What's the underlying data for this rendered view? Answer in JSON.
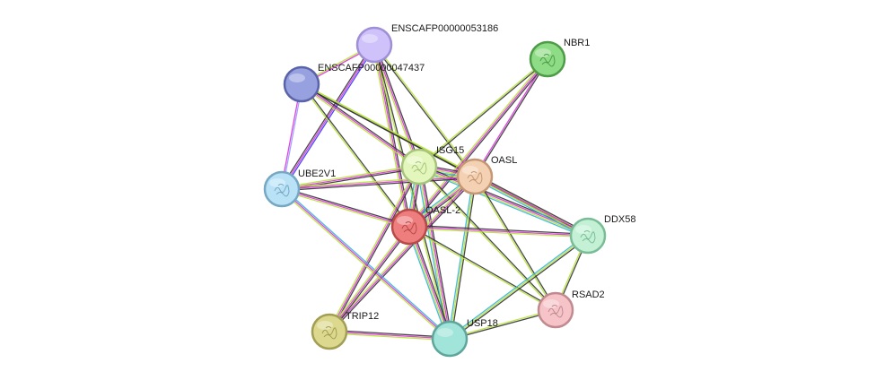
{
  "nodes": [
    {
      "id": "ENSCAFP00000053186",
      "label": "ENSCAFP00000053186",
      "fill": "#cfc2fb",
      "stroke": "#9f8fd6"
    },
    {
      "id": "ENSCAFP00000047437",
      "label": "ENSCAFP00000047437",
      "fill": "#97a1e0",
      "stroke": "#5b63a8"
    },
    {
      "id": "NBR1",
      "label": "NBR1",
      "fill": "#8fdc86",
      "stroke": "#4e9c48"
    },
    {
      "id": "ISG15",
      "label": "ISG15",
      "fill": "#e3f7bd",
      "stroke": "#a8c47c"
    },
    {
      "id": "OASL",
      "label": "OASL",
      "fill": "#f4d1b3",
      "stroke": "#c59774"
    },
    {
      "id": "UBE2V1",
      "label": "UBE2V1",
      "fill": "#b9e2f7",
      "stroke": "#76a8c3"
    },
    {
      "id": "OASL-2",
      "label": "OASL-2",
      "fill": "#ee7d7d",
      "stroke": "#b94848"
    },
    {
      "id": "DDX58",
      "label": "DDX58",
      "fill": "#c4f1d6",
      "stroke": "#79bd96"
    },
    {
      "id": "RSAD2",
      "label": "RSAD2",
      "fill": "#f6c4c8",
      "stroke": "#c08a8f"
    },
    {
      "id": "TRIP12",
      "label": "TRIP12",
      "fill": "#dcd98e",
      "stroke": "#a29f55"
    },
    {
      "id": "USP18",
      "label": "USP18",
      "fill": "#a0e4da",
      "stroke": "#5ea69b"
    }
  ],
  "edges": [
    {
      "source": "ENSCAFP00000053186",
      "target": "ENSCAFP00000047437",
      "colors": [
        "#d833d8",
        "#b5e236"
      ]
    },
    {
      "source": "ENSCAFP00000053186",
      "target": "UBE2V1",
      "colors": [
        "#3333ff",
        "#d833d8",
        "#333333"
      ]
    },
    {
      "source": "ENSCAFP00000053186",
      "target": "ISG15",
      "colors": [
        "#333333",
        "#d833d8",
        "#b5e236"
      ]
    },
    {
      "source": "ENSCAFP00000053186",
      "target": "OASL",
      "colors": [
        "#b5e236",
        "#333333"
      ]
    },
    {
      "source": "ENSCAFP00000053186",
      "target": "OASL-2",
      "colors": [
        "#333333",
        "#d833d8",
        "#b5e236"
      ]
    },
    {
      "source": "ENSCAFP00000053186",
      "target": "USP18",
      "colors": [
        "#333333",
        "#b5e236"
      ]
    },
    {
      "source": "ENSCAFP00000047437",
      "target": "UBE2V1",
      "colors": [
        "#9999ff",
        "#d833d8"
      ]
    },
    {
      "source": "ENSCAFP00000047437",
      "target": "ISG15",
      "colors": [
        "#333333",
        "#d833d8",
        "#b5e236"
      ]
    },
    {
      "source": "ENSCAFP00000047437",
      "target": "OASL",
      "colors": [
        "#b5e236",
        "#333333"
      ]
    },
    {
      "source": "ENSCAFP00000047437",
      "target": "OASL-2",
      "colors": [
        "#333333",
        "#b5e236"
      ]
    },
    {
      "source": "ENSCAFP00000047437",
      "target": "DDX58",
      "colors": [
        "#b5e236",
        "#333333"
      ]
    },
    {
      "source": "NBR1",
      "target": "ISG15",
      "colors": [
        "#333333",
        "#b5e236"
      ]
    },
    {
      "source": "NBR1",
      "target": "OASL",
      "colors": [
        "#333333",
        "#d833d8"
      ]
    },
    {
      "source": "NBR1",
      "target": "OASL-2",
      "colors": [
        "#333333",
        "#d833d8",
        "#b5e236"
      ]
    },
    {
      "source": "ISG15",
      "target": "OASL",
      "colors": [
        "#333333",
        "#d833d8",
        "#b5e236",
        "#33b3d8"
      ]
    },
    {
      "source": "ISG15",
      "target": "UBE2V1",
      "colors": [
        "#333333",
        "#d833d8",
        "#b5e236"
      ]
    },
    {
      "source": "ISG15",
      "target": "OASL-2",
      "colors": [
        "#333333",
        "#d833d8",
        "#b5e236",
        "#33b3d8"
      ]
    },
    {
      "source": "ISG15",
      "target": "DDX58",
      "colors": [
        "#333333",
        "#d833d8",
        "#b5e236",
        "#33b3d8"
      ]
    },
    {
      "source": "ISG15",
      "target": "RSAD2",
      "colors": [
        "#333333",
        "#b5e236"
      ]
    },
    {
      "source": "ISG15",
      "target": "TRIP12",
      "colors": [
        "#333333",
        "#d833d8",
        "#b5e236"
      ]
    },
    {
      "source": "ISG15",
      "target": "USP18",
      "colors": [
        "#333333",
        "#d833d8",
        "#b5e236",
        "#33b3d8"
      ]
    },
    {
      "source": "OASL",
      "target": "UBE2V1",
      "colors": [
        "#333333",
        "#d833d8",
        "#b5e236"
      ]
    },
    {
      "source": "OASL",
      "target": "OASL-2",
      "colors": [
        "#333333",
        "#d833d8",
        "#b5e236",
        "#33b3d8"
      ]
    },
    {
      "source": "OASL",
      "target": "DDX58",
      "colors": [
        "#333333",
        "#d833d8",
        "#b5e236",
        "#33b3d8"
      ]
    },
    {
      "source": "OASL",
      "target": "RSAD2",
      "colors": [
        "#333333",
        "#b5e236"
      ]
    },
    {
      "source": "OASL",
      "target": "TRIP12",
      "colors": [
        "#333333",
        "#d833d8",
        "#b5e236"
      ]
    },
    {
      "source": "OASL",
      "target": "USP18",
      "colors": [
        "#333333",
        "#b5e236",
        "#33b3d8"
      ]
    },
    {
      "source": "UBE2V1",
      "target": "OASL-2",
      "colors": [
        "#333333",
        "#d833d8",
        "#b5e236"
      ]
    },
    {
      "source": "UBE2V1",
      "target": "USP18",
      "colors": [
        "#33b3d8",
        "#d833d8",
        "#b5e236"
      ]
    },
    {
      "source": "OASL-2",
      "target": "DDX58",
      "colors": [
        "#333333",
        "#d833d8",
        "#b5e236"
      ]
    },
    {
      "source": "OASL-2",
      "target": "RSAD2",
      "colors": [
        "#333333",
        "#b5e236"
      ]
    },
    {
      "source": "OASL-2",
      "target": "TRIP12",
      "colors": [
        "#333333",
        "#d833d8",
        "#b5e236"
      ]
    },
    {
      "source": "OASL-2",
      "target": "USP18",
      "colors": [
        "#333333",
        "#d833d8",
        "#b5e236",
        "#33b3d8"
      ]
    },
    {
      "source": "DDX58",
      "target": "RSAD2",
      "colors": [
        "#333333",
        "#b5e236"
      ]
    },
    {
      "source": "DDX58",
      "target": "USP18",
      "colors": [
        "#333333",
        "#b5e236",
        "#33b3d8"
      ]
    },
    {
      "source": "RSAD2",
      "target": "USP18",
      "colors": [
        "#333333",
        "#b5e236"
      ]
    },
    {
      "source": "TRIP12",
      "target": "USP18",
      "colors": [
        "#333333",
        "#d833d8",
        "#b5e236"
      ]
    }
  ]
}
